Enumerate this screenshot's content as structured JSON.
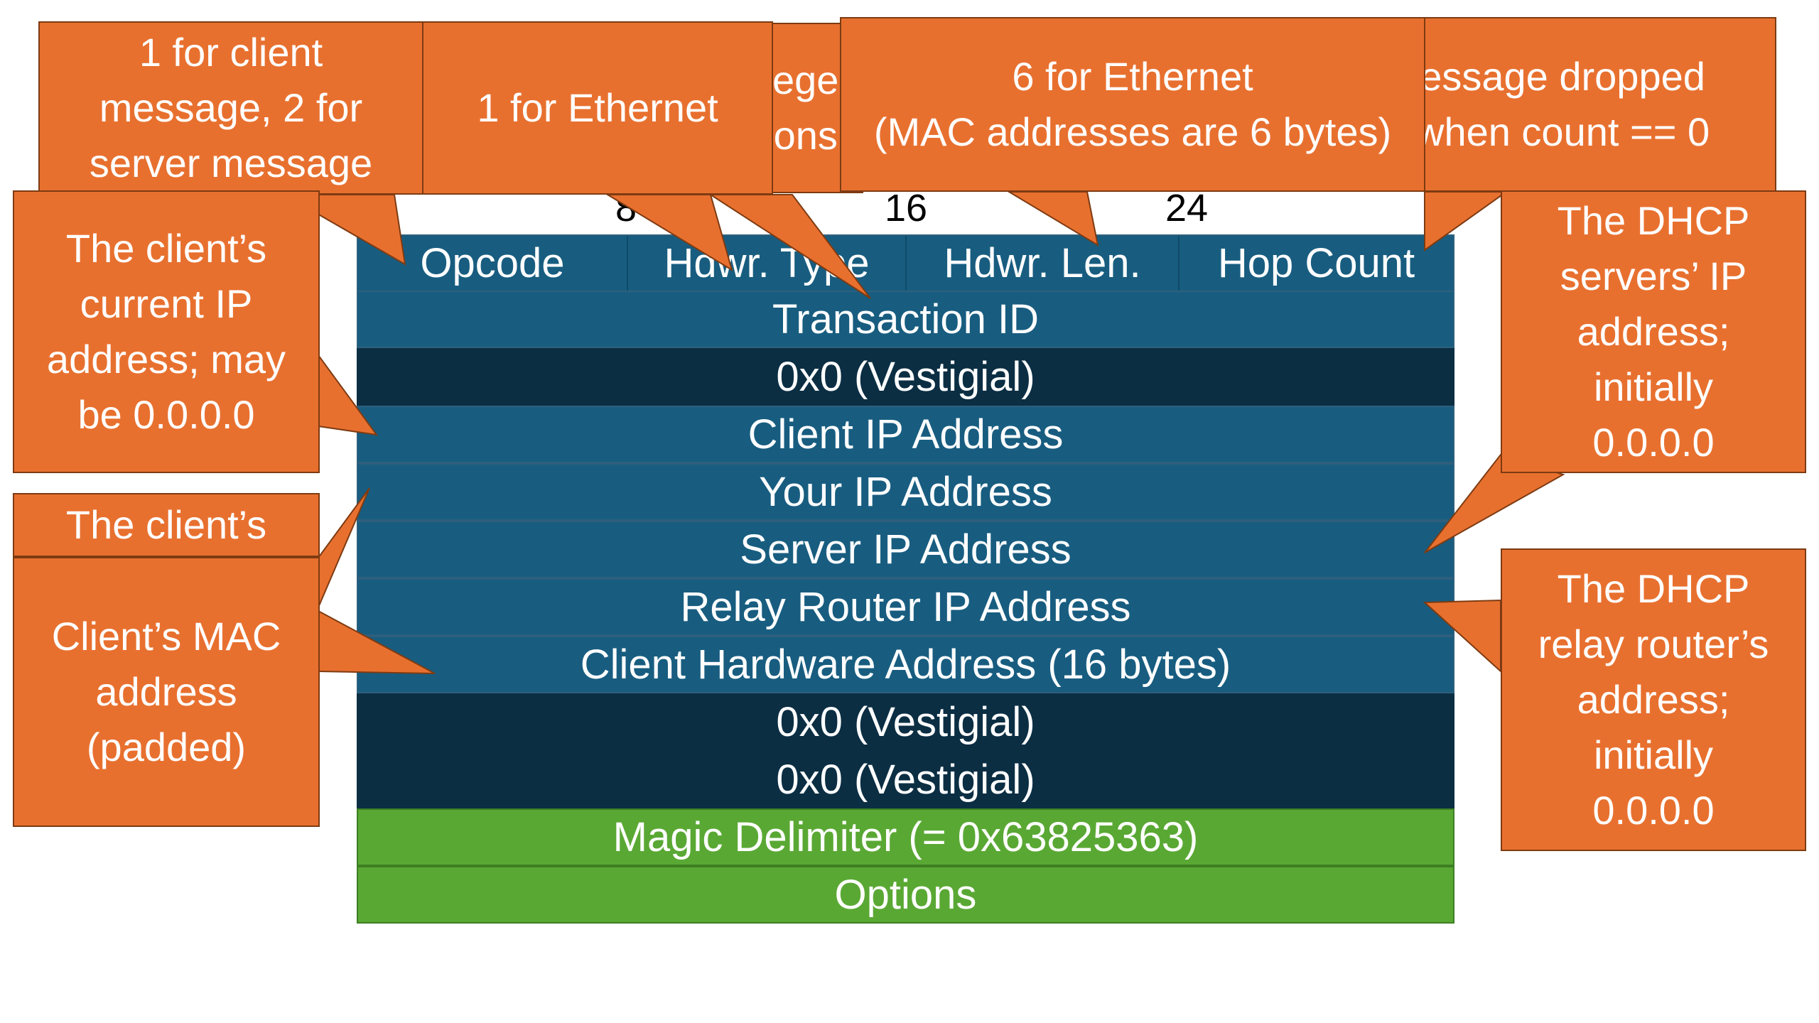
{
  "colors": {
    "callout_fill": "#e8702f",
    "row_blue": "#185d80",
    "row_dark": "#0b2e43",
    "row_green": "#5aa834"
  },
  "bit_offsets": [
    "8",
    "16",
    "24"
  ],
  "header_fields": [
    "Opcode",
    "Hdwr. Type",
    "Hdwr. Len.",
    "Hop Count"
  ],
  "rows": [
    {
      "label": "Transaction ID",
      "style": "blue"
    },
    {
      "label": "0x0 (Vestigial)",
      "style": "dark"
    },
    {
      "label": "Client IP Address",
      "style": "blue"
    },
    {
      "label": "Your IP Address",
      "style": "blue"
    },
    {
      "label": "Server IP Address",
      "style": "blue"
    },
    {
      "label": "Relay Router IP Address",
      "style": "blue"
    },
    {
      "label": "Client Hardware Address (16 bytes)",
      "style": "blue"
    },
    {
      "label": "0x0 (Vestigial)",
      "style": "dark"
    },
    {
      "label": "0x0 (Vestigial)",
      "style": "dark"
    },
    {
      "label": "Magic Delimiter (= 0x63825363)",
      "style": "green"
    },
    {
      "label": "Options",
      "style": "green"
    }
  ],
  "callouts": {
    "opcode": "1 for client\nmessage, 2 for\nserver message",
    "hw_type": "1 for Ethernet",
    "hidden_partial": "ege\nons",
    "hw_len": "6 for Ethernet\n(MAC addresses are 6 bytes)",
    "hop_count": "essage dropped\nwhen count == 0",
    "client_ip": "The client’s\ncurrent IP\naddress; may\nbe 0.0.0.0",
    "your_ip": "The client’s",
    "mac": "Client’s MAC\naddress\n(padded)",
    "server_ip": "The DHCP\nservers’ IP\naddress;\ninitially\n0.0.0.0",
    "relay_ip": "The DHCP\nrelay router’s\naddress;\ninitially\n0.0.0.0"
  }
}
